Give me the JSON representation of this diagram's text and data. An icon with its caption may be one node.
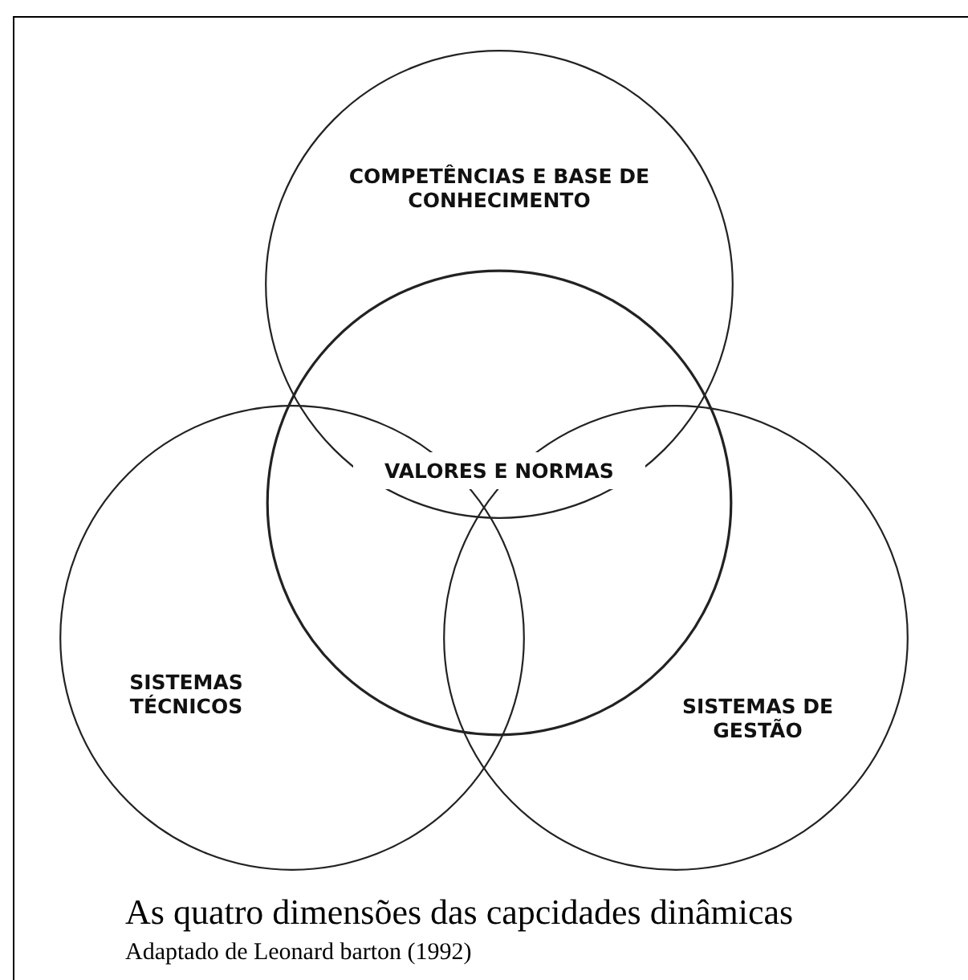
{
  "diagram": {
    "caption": "As quatro dimensões das capcidades dinâmicas",
    "nodes": [
      {
        "text": [
          "COMPETÊNCIAS E BASE DE CONHECIMENTO"
        ]
      },
      {
        "text": [
          "VALORES E NORMAS"
        ]
      },
      {
        "text": [
          "SISTEMAS TÉCNICOS"
        ]
      },
      {
        "text": [
          "SISTEMAS DE GESTÃO"
        ]
      }
    ],
    "edges": [],
    "labels": [
      "Adaptado de Leonard barton (1992)"
    ]
  }
}
